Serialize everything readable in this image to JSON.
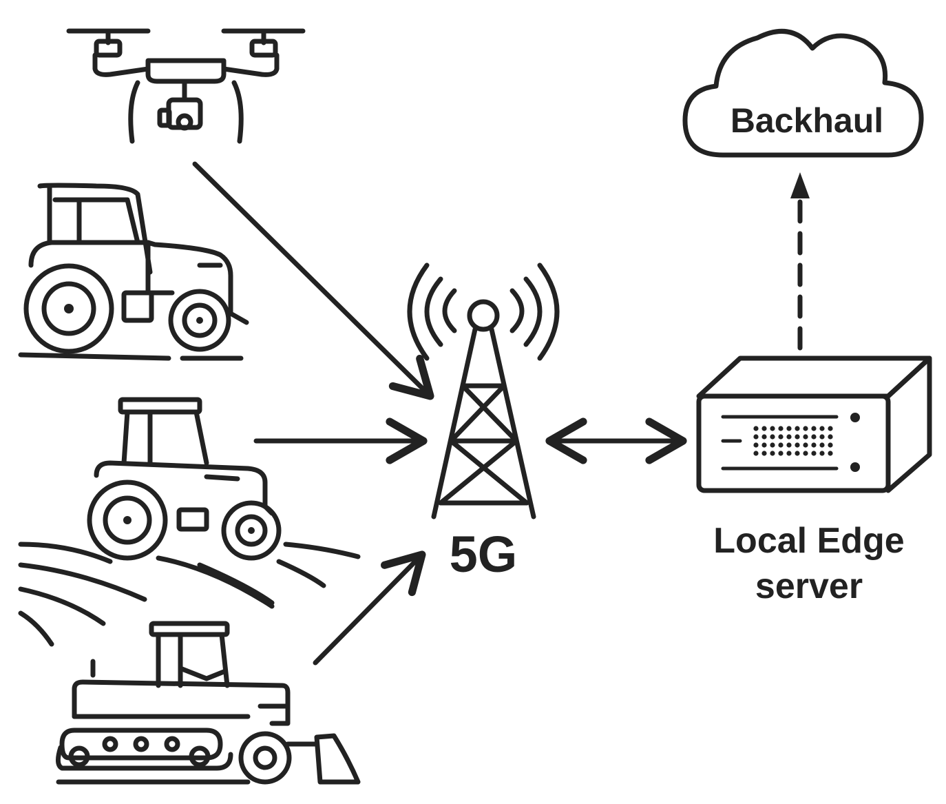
{
  "labels": {
    "cloud": "Backhaul",
    "tower": "5G",
    "server_line1": "Local Edge",
    "server_line2": "server"
  },
  "colors": {
    "line": "#222222",
    "background": "#ffffff"
  },
  "icons": [
    "drone-icon",
    "tractor-icon",
    "field-tractor-icon",
    "crawler-tractor-icon",
    "cell-tower-icon",
    "edge-server-icon",
    "cloud-icon"
  ]
}
